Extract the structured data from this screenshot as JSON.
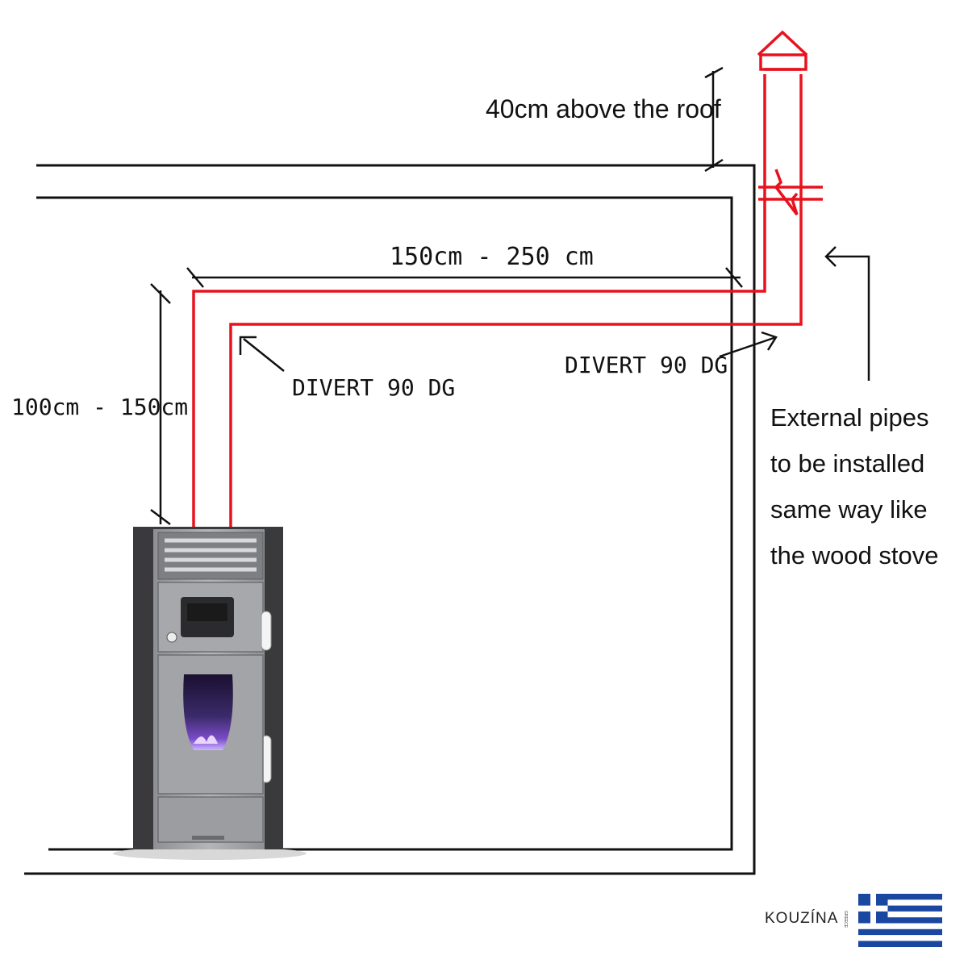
{
  "labels": {
    "roof_clearance": "40cm above the roof",
    "horizontal_run": "150cm - 250 cm",
    "vertical_rise": "100cm - 150cm",
    "divert_left": "DIVERT 90 DG",
    "divert_right": "DIVERT 90 DG",
    "external_note": [
      "External pipes",
      "to be installed",
      "same way like",
      "the wood stove"
    ]
  },
  "brand": {
    "name": "KOUZÍNA",
    "sub": "GREECE"
  },
  "colors": {
    "pipe": "#e8121e",
    "wall": "#111111",
    "stove_body": "#9a9a9c",
    "stove_side": "#3a3a3c",
    "flag_blue": "#1a47a0"
  },
  "icons": [
    "arrow-icon",
    "greek-flag-icon",
    "stove-illustration"
  ]
}
